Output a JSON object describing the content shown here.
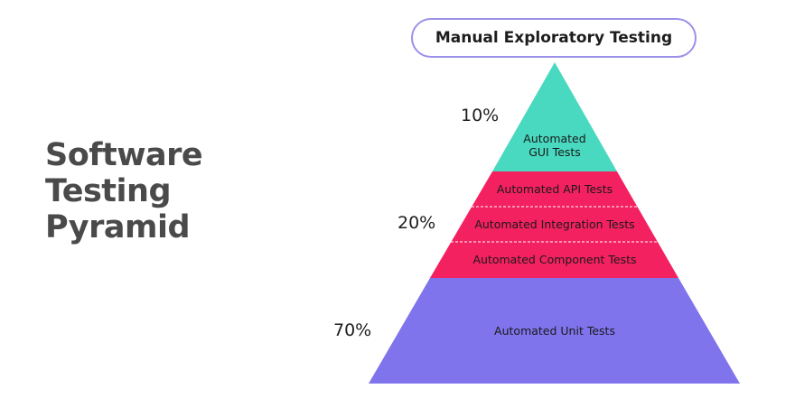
{
  "title": {
    "line1": "Software",
    "line2": "Testing",
    "line3": "Pyramid"
  },
  "top_label": "Manual Exploratory Testing",
  "levels": [
    {
      "percent": "10%",
      "labels": [
        "Automated",
        "GUI Tests"
      ],
      "color": "#48d9c0"
    },
    {
      "percent": "20%",
      "labels": [
        "Automated API Tests",
        "Automated Integration Tests",
        "Automated Component Tests"
      ],
      "color": "#f42160"
    },
    {
      "percent": "70%",
      "labels": [
        "Automated Unit Tests"
      ],
      "color": "#7f74ec"
    }
  ],
  "colors": {
    "outline": "#9b91e9",
    "title": "#4a4a4a"
  }
}
